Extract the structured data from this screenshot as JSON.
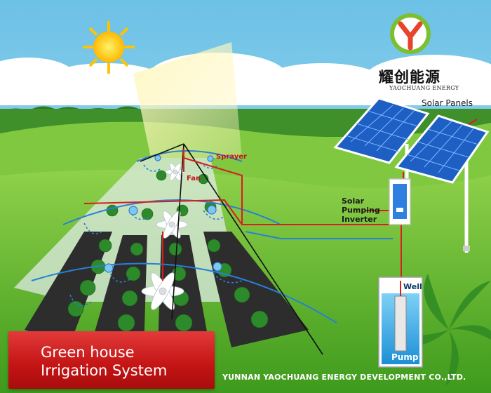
{
  "brand": {
    "name_cn": "耀创能源",
    "name_en": "YAOCHUANG ENERGY",
    "logo_icon": "y-swoosh-logo",
    "logo_colors": [
      "#e8432b",
      "#7cbf2f"
    ]
  },
  "labels": {
    "solar_panels": "Solar Panels",
    "inverter_line1": "Solar",
    "inverter_line2": "Pumping",
    "inverter_line3": "Inverter",
    "sprayer": "Sprayer",
    "fan": "Fan",
    "well": "Well",
    "pump": "Pump"
  },
  "title": {
    "line1": "Green house",
    "line2": "Irrigation System"
  },
  "company": "YUNNAN YAOCHUANG ENERGY DEVELOPMENT CO.,LTD.",
  "colors": {
    "sky": "#8fd0ea",
    "grass": "#5cb82b",
    "wire_red": "#d81e1e",
    "pipe_blue": "#2a7fd6",
    "title_red": "#c41414",
    "panel_blue": "#1e5fc4"
  },
  "icons": [
    "sun-icon",
    "solar-panel-icon",
    "fan-icon",
    "sprayer-icon",
    "inverter-icon",
    "pump-icon",
    "plant-icon"
  ]
}
